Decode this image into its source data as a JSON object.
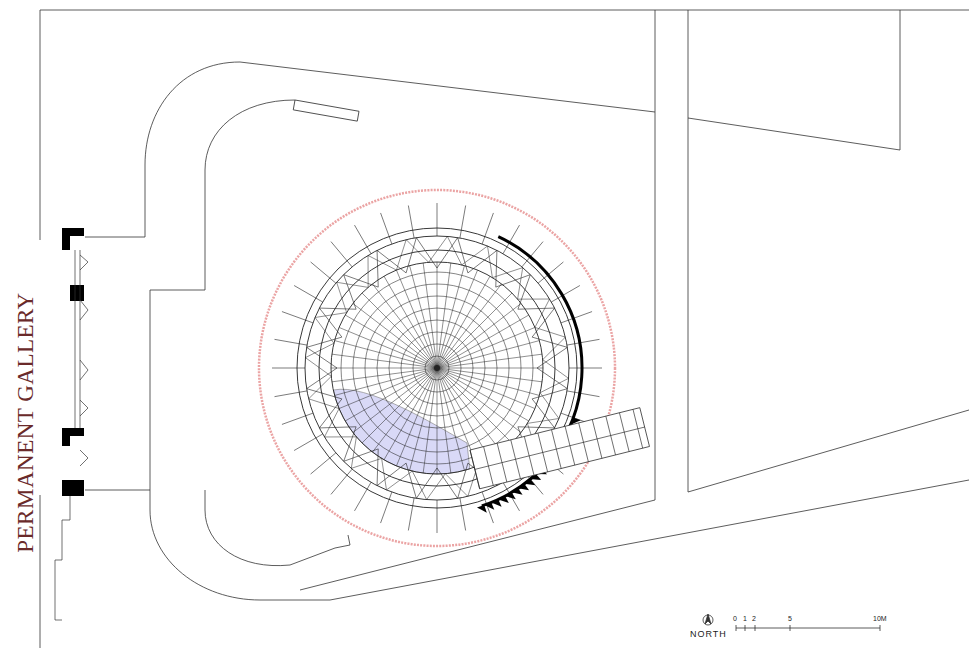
{
  "diagram": {
    "labels": [
      "PERMANENT GALLERY",
      "NORTH",
      "0",
      "1",
      "2",
      "5",
      "10M"
    ]
  }
}
